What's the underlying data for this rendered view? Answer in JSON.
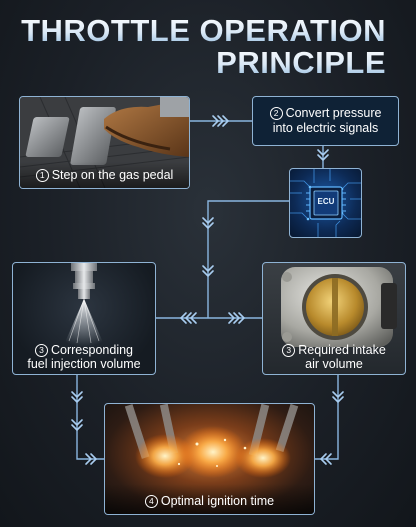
{
  "title": {
    "line1": "THROTTLE OPERATION",
    "line2": "PRINCIPLE"
  },
  "steps": {
    "pedal": {
      "num": "1",
      "label": "Step on the gas pedal"
    },
    "convert": {
      "num": "2",
      "line1": "Convert pressure",
      "line2": "into electric signals"
    },
    "ecu": {
      "chip_label": "ECU"
    },
    "fuel": {
      "num": "3",
      "line1": "Corresponding",
      "line2": "fuel injection volume"
    },
    "air": {
      "num": "3",
      "line1": "Required intake",
      "line2": "air volume"
    },
    "ignition": {
      "num": "4",
      "label": "Optimal ignition time"
    }
  },
  "colors": {
    "connector": "#8ab6e0",
    "box_border": "#8fb3d4",
    "accent": "#4aa8ff"
  }
}
